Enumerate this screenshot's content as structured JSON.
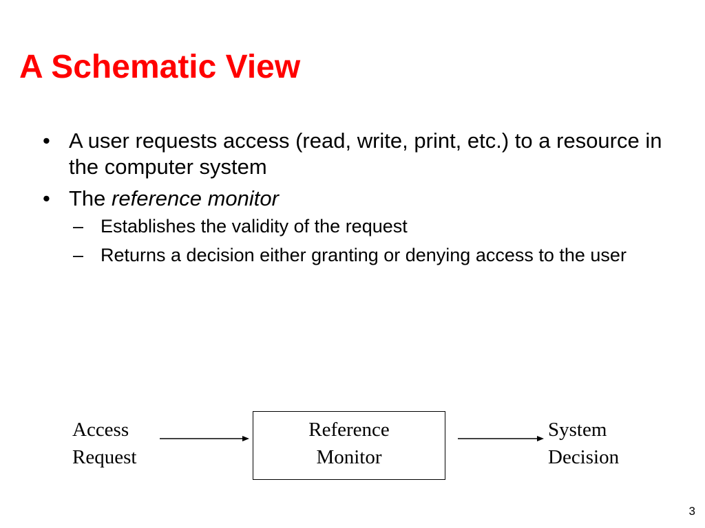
{
  "slide": {
    "title": "A Schematic View",
    "bullets": [
      {
        "marker": "•",
        "text": "A user requests access (read, write, print, etc.) to a resource in the computer system"
      },
      {
        "marker": "•",
        "prefix": "The ",
        "emphasis": "reference monitor",
        "subbullets": [
          {
            "marker": "–",
            "text": "Establishes the validity of the request"
          },
          {
            "marker": "–",
            "text": "Returns a decision either granting or denying access to the user"
          }
        ]
      }
    ],
    "diagram": {
      "input": {
        "line1": "Access",
        "line2": "Request"
      },
      "monitor": {
        "line1": "Reference",
        "line2": "Monitor"
      },
      "output": {
        "line1": "System",
        "line2": "Decision"
      }
    },
    "page_number": "3",
    "colors": {
      "title": "#ff0000",
      "text": "#000000",
      "background": "#ffffff"
    }
  }
}
